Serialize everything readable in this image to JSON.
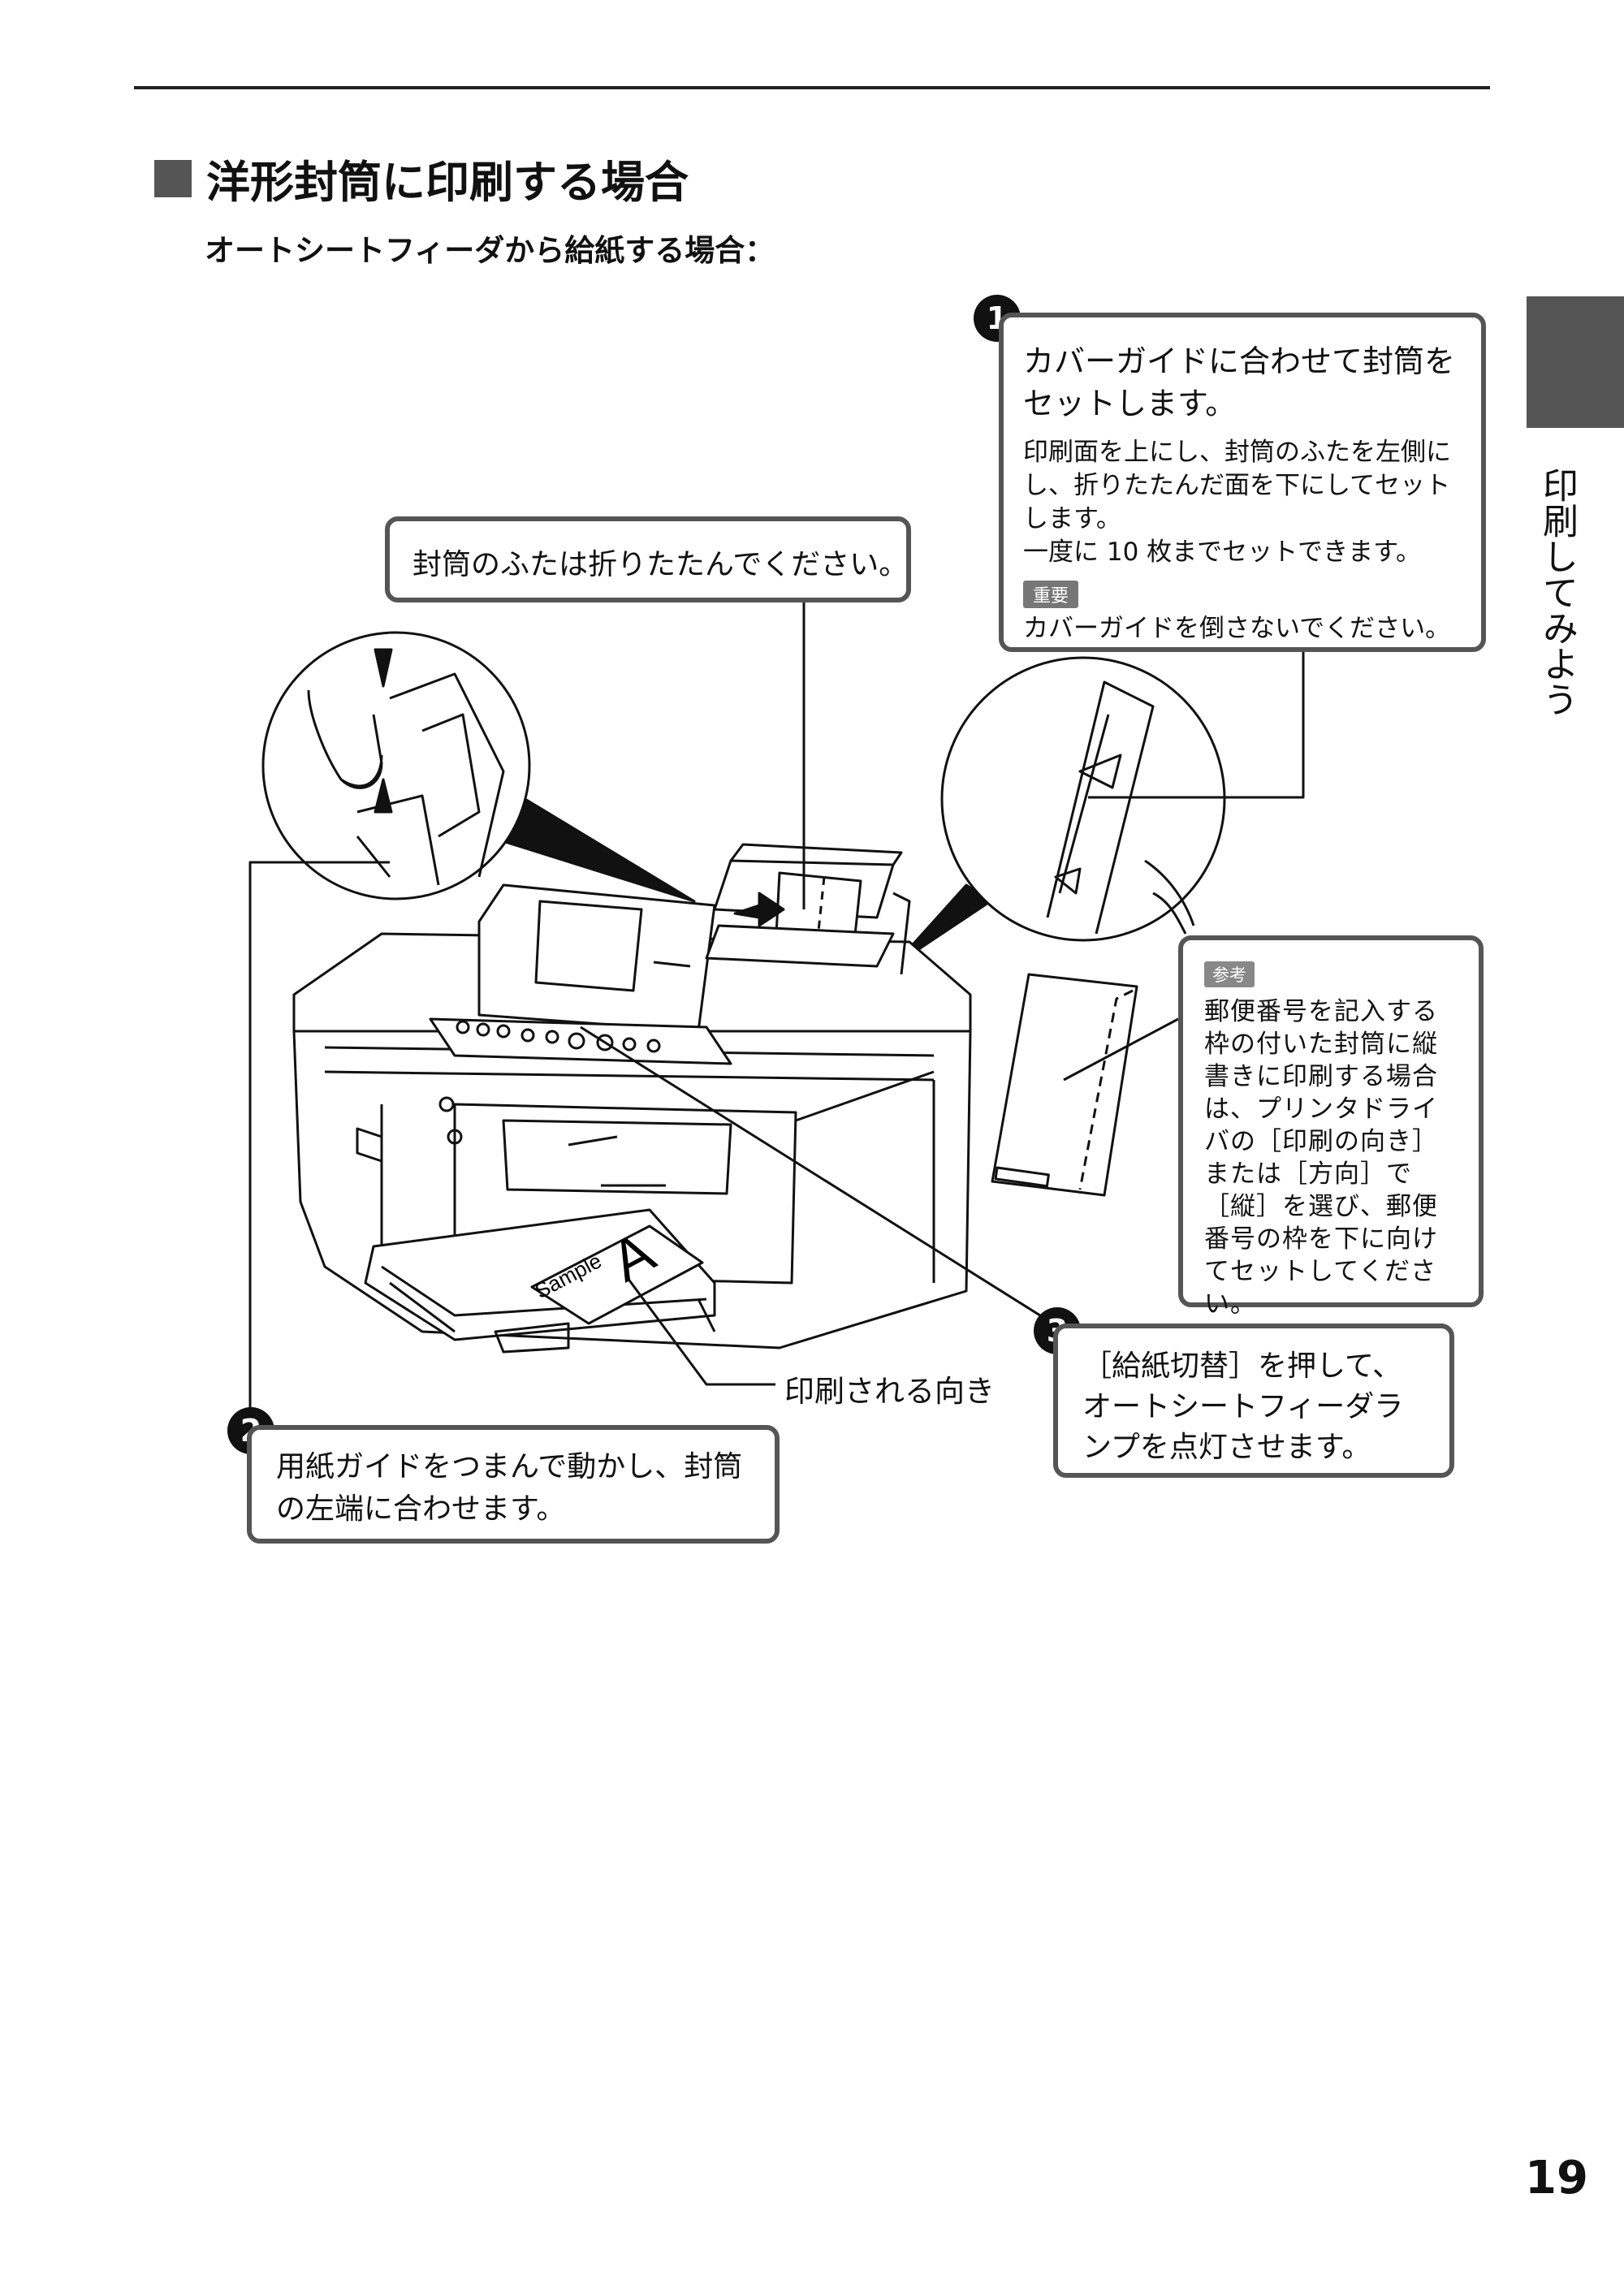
{
  "header": {
    "title": "洋形封筒に印刷する場合",
    "subtitle": "オートシートフィーダから給紙する場合："
  },
  "side_tab": {
    "text": "印刷してみよう"
  },
  "page_number": "19",
  "steps": [
    {
      "number": "1",
      "main": "カバーガイドに合わせて封筒をセットします。",
      "detail": "印刷面を上にし、封筒のふたを左側にし、折りたたんだ面を下にしてセットします。",
      "detail2": "一度に 10 枚までセットできます。",
      "badge": "重要",
      "warning": "カバーガイドを倒さないでください。"
    },
    {
      "number": "2",
      "main": "用紙ガイドをつまんで動かし、封筒の左端に合わせます。"
    },
    {
      "number": "3",
      "main": "［給紙切替］を押して、オートシートフィーダランプを点灯させます。"
    }
  ],
  "callouts": {
    "flap": "封筒のふたは折りたたんでください。",
    "print_direction": "印刷される向き"
  },
  "note": {
    "badge": "参考",
    "text": "郵便番号を記入する枠の付いた封筒に縦書きに印刷する場合は、プリンタドライバの［印刷の向き］または［方向］で［縦］を選び、郵便番号の枠を下に向けてセットしてください。"
  },
  "illustration": {
    "paper_text": "Sample",
    "paper_letter": "A"
  }
}
